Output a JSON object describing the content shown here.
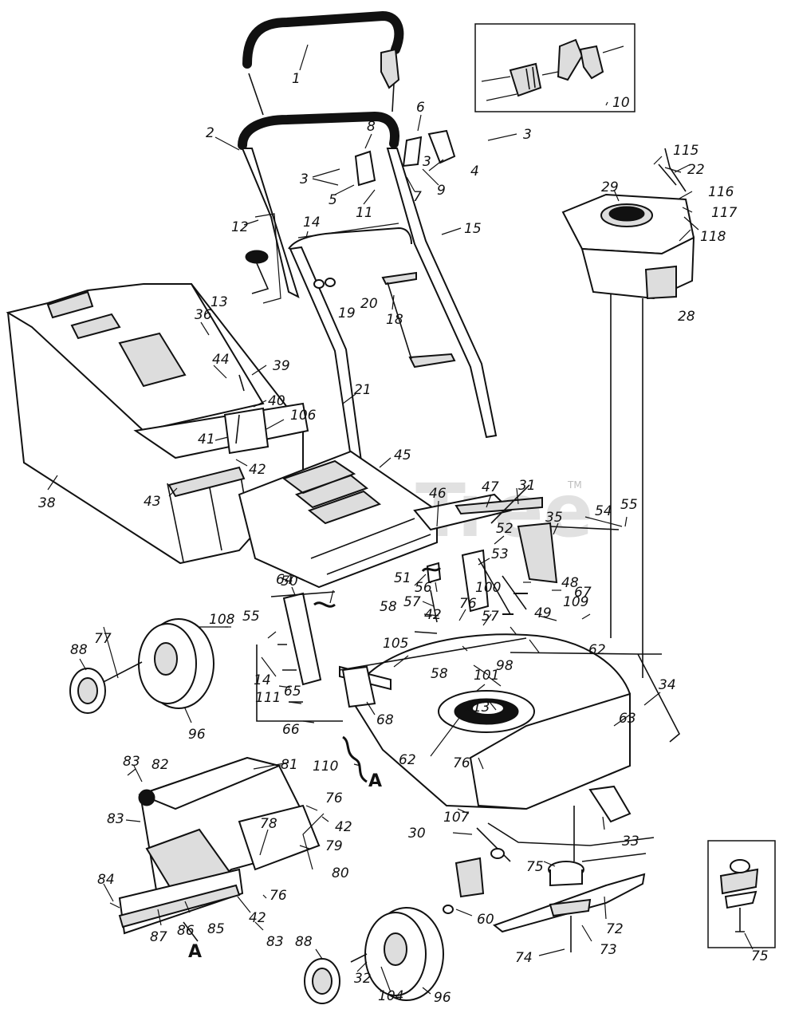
{
  "watermark": {
    "text": "PartsTree",
    "tm": "TM"
  },
  "callouts": {
    "c1": "1",
    "c2": "2",
    "c3a": "3",
    "c3b": "3",
    "c3c": "3",
    "c4": "4",
    "c5": "5",
    "c6": "6",
    "c7": "7",
    "c8": "8",
    "c9": "9",
    "c10": "10",
    "c11": "11",
    "c12": "12",
    "c13": "13",
    "c14": "14",
    "c14b": "14",
    "c15": "15",
    "c18": "18",
    "c19": "19",
    "c20": "20",
    "c21": "21",
    "c22": "22",
    "c28": "28",
    "c29": "29",
    "c30": "30",
    "c31": "31",
    "c32": "32",
    "c33": "33",
    "c34": "34",
    "c35": "35",
    "c36": "36",
    "c38": "38",
    "c39": "39",
    "c40": "40",
    "c41": "41",
    "c42a": "42",
    "c42b": "42",
    "c42c": "42",
    "c42d": "42",
    "c43": "43",
    "c44": "44",
    "c45": "45",
    "c46": "46",
    "c47": "47",
    "c48": "48",
    "c49": "49",
    "c50": "50",
    "c51": "51",
    "c52": "52",
    "c53": "53",
    "c54": "54",
    "c55a": "55",
    "c55b": "55",
    "c56": "56",
    "c57a": "57",
    "c57b": "57",
    "c58a": "58",
    "c58b": "58",
    "c60": "60",
    "c62a": "62",
    "c62b": "62",
    "c63": "63",
    "c64": "64",
    "c65": "65",
    "c66": "66",
    "c67": "67",
    "c68": "68",
    "c72": "72",
    "c73": "73",
    "c74": "74",
    "c75a": "75",
    "c75b": "75",
    "c76a": "76",
    "c76b": "76",
    "c76c": "76",
    "c76d": "76",
    "c77": "77",
    "c78": "78",
    "c79": "79",
    "c80": "80",
    "c81": "81",
    "c82": "82",
    "c83a": "83",
    "c83b": "83",
    "c83c": "83",
    "c84": "84",
    "c85": "85",
    "c86": "86",
    "c87": "87",
    "c88a": "88",
    "c88b": "88",
    "c96a": "96",
    "c96b": "96",
    "c98": "98",
    "c100": "100",
    "c101": "101",
    "c104": "104",
    "c105": "105",
    "c106": "106",
    "c107": "107",
    "c108": "108",
    "c109": "109",
    "c110": "110",
    "c111": "111",
    "c113": "113",
    "c115": "115",
    "c116": "116",
    "c117": "117",
    "c118": "118",
    "refA1": "A",
    "refA2": "A"
  }
}
